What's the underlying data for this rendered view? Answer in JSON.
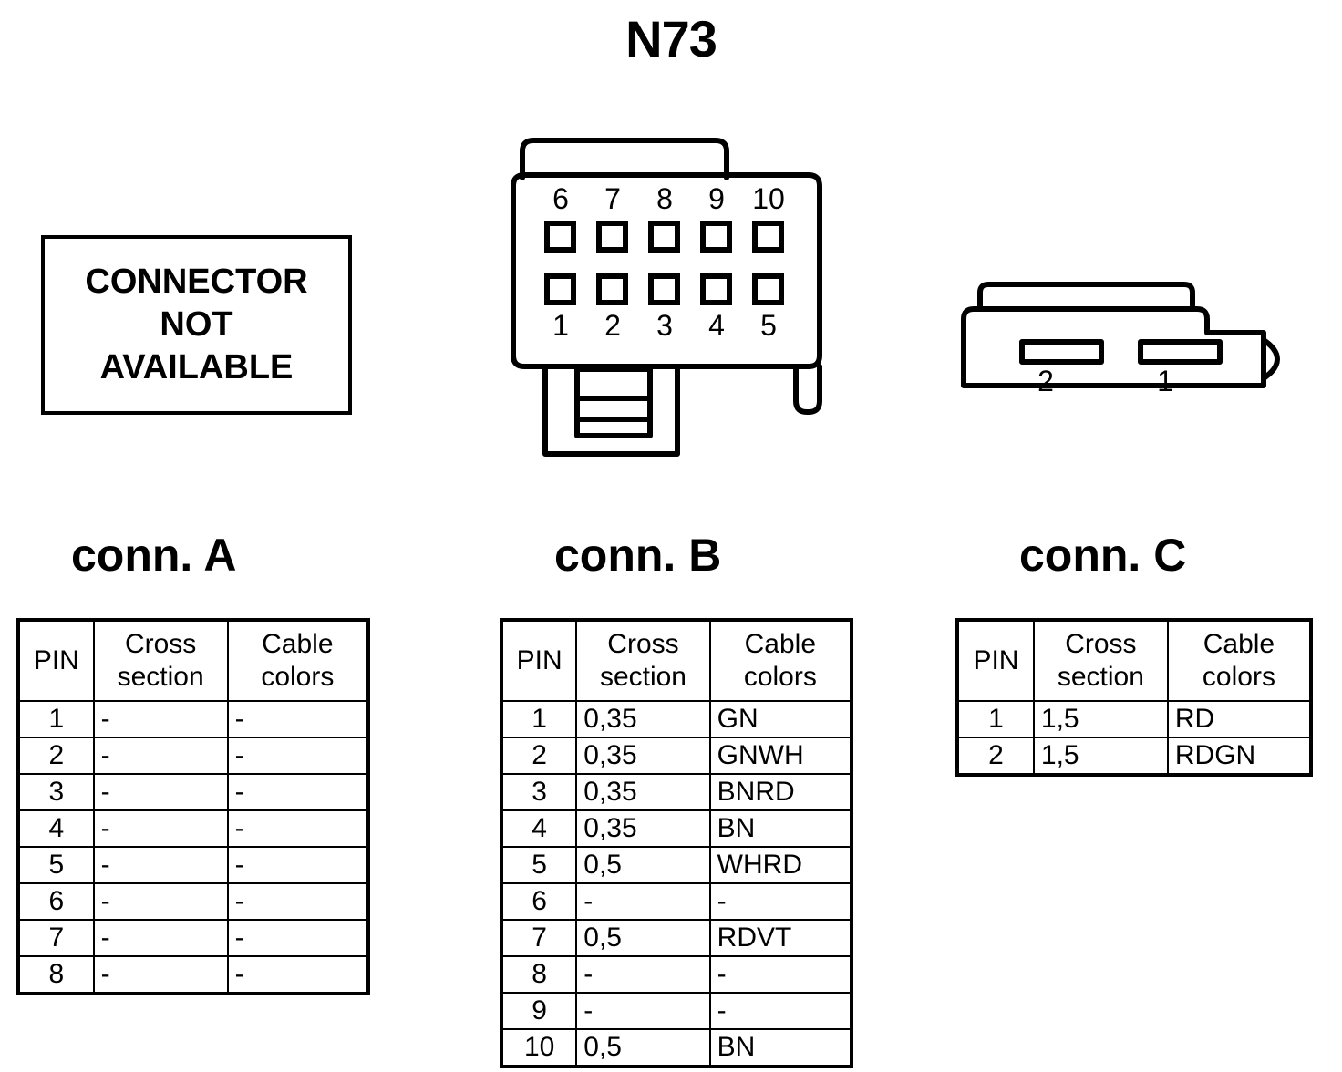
{
  "title": "N73",
  "not_available_box": {
    "line1": "CONNECTOR",
    "line2": "NOT",
    "line3": "AVAILABLE"
  },
  "connector_b_graphic": {
    "top_row_pins": [
      "6",
      "7",
      "8",
      "9",
      "10"
    ],
    "bottom_row_pins": [
      "1",
      "2",
      "3",
      "4",
      "5"
    ]
  },
  "connector_c_graphic": {
    "pins": [
      "2",
      "1"
    ]
  },
  "headers": {
    "pin": "PIN",
    "cross_section_line1": "Cross",
    "cross_section_line2": "section",
    "cable_colors_line1": "Cable",
    "cable_colors_line2": "colors"
  },
  "conn_a": {
    "label": "conn. A",
    "rows": [
      {
        "pin": "1",
        "cross_section": "-",
        "cable_colors": "-"
      },
      {
        "pin": "2",
        "cross_section": "-",
        "cable_colors": "-"
      },
      {
        "pin": "3",
        "cross_section": "-",
        "cable_colors": "-"
      },
      {
        "pin": "4",
        "cross_section": "-",
        "cable_colors": "-"
      },
      {
        "pin": "5",
        "cross_section": "-",
        "cable_colors": "-"
      },
      {
        "pin": "6",
        "cross_section": "-",
        "cable_colors": "-"
      },
      {
        "pin": "7",
        "cross_section": "-",
        "cable_colors": "-"
      },
      {
        "pin": "8",
        "cross_section": "-",
        "cable_colors": "-"
      }
    ]
  },
  "conn_b": {
    "label": "conn. B",
    "rows": [
      {
        "pin": "1",
        "cross_section": "0,35",
        "cable_colors": "GN"
      },
      {
        "pin": "2",
        "cross_section": "0,35",
        "cable_colors": "GNWH"
      },
      {
        "pin": "3",
        "cross_section": "0,35",
        "cable_colors": "BNRD"
      },
      {
        "pin": "4",
        "cross_section": "0,35",
        "cable_colors": "BN"
      },
      {
        "pin": "5",
        "cross_section": "0,5",
        "cable_colors": "WHRD"
      },
      {
        "pin": "6",
        "cross_section": "-",
        "cable_colors": "-"
      },
      {
        "pin": "7",
        "cross_section": "0,5",
        "cable_colors": "RDVT"
      },
      {
        "pin": "8",
        "cross_section": "-",
        "cable_colors": "-"
      },
      {
        "pin": "9",
        "cross_section": "-",
        "cable_colors": "-"
      },
      {
        "pin": "10",
        "cross_section": "0,5",
        "cable_colors": "BN"
      }
    ]
  },
  "conn_c": {
    "label": "conn. C",
    "rows": [
      {
        "pin": "1",
        "cross_section": "1,5",
        "cable_colors": "RD"
      },
      {
        "pin": "2",
        "cross_section": "1,5",
        "cable_colors": "RDGN"
      }
    ]
  },
  "colors": {
    "line": "#000000",
    "background": "#ffffff"
  }
}
